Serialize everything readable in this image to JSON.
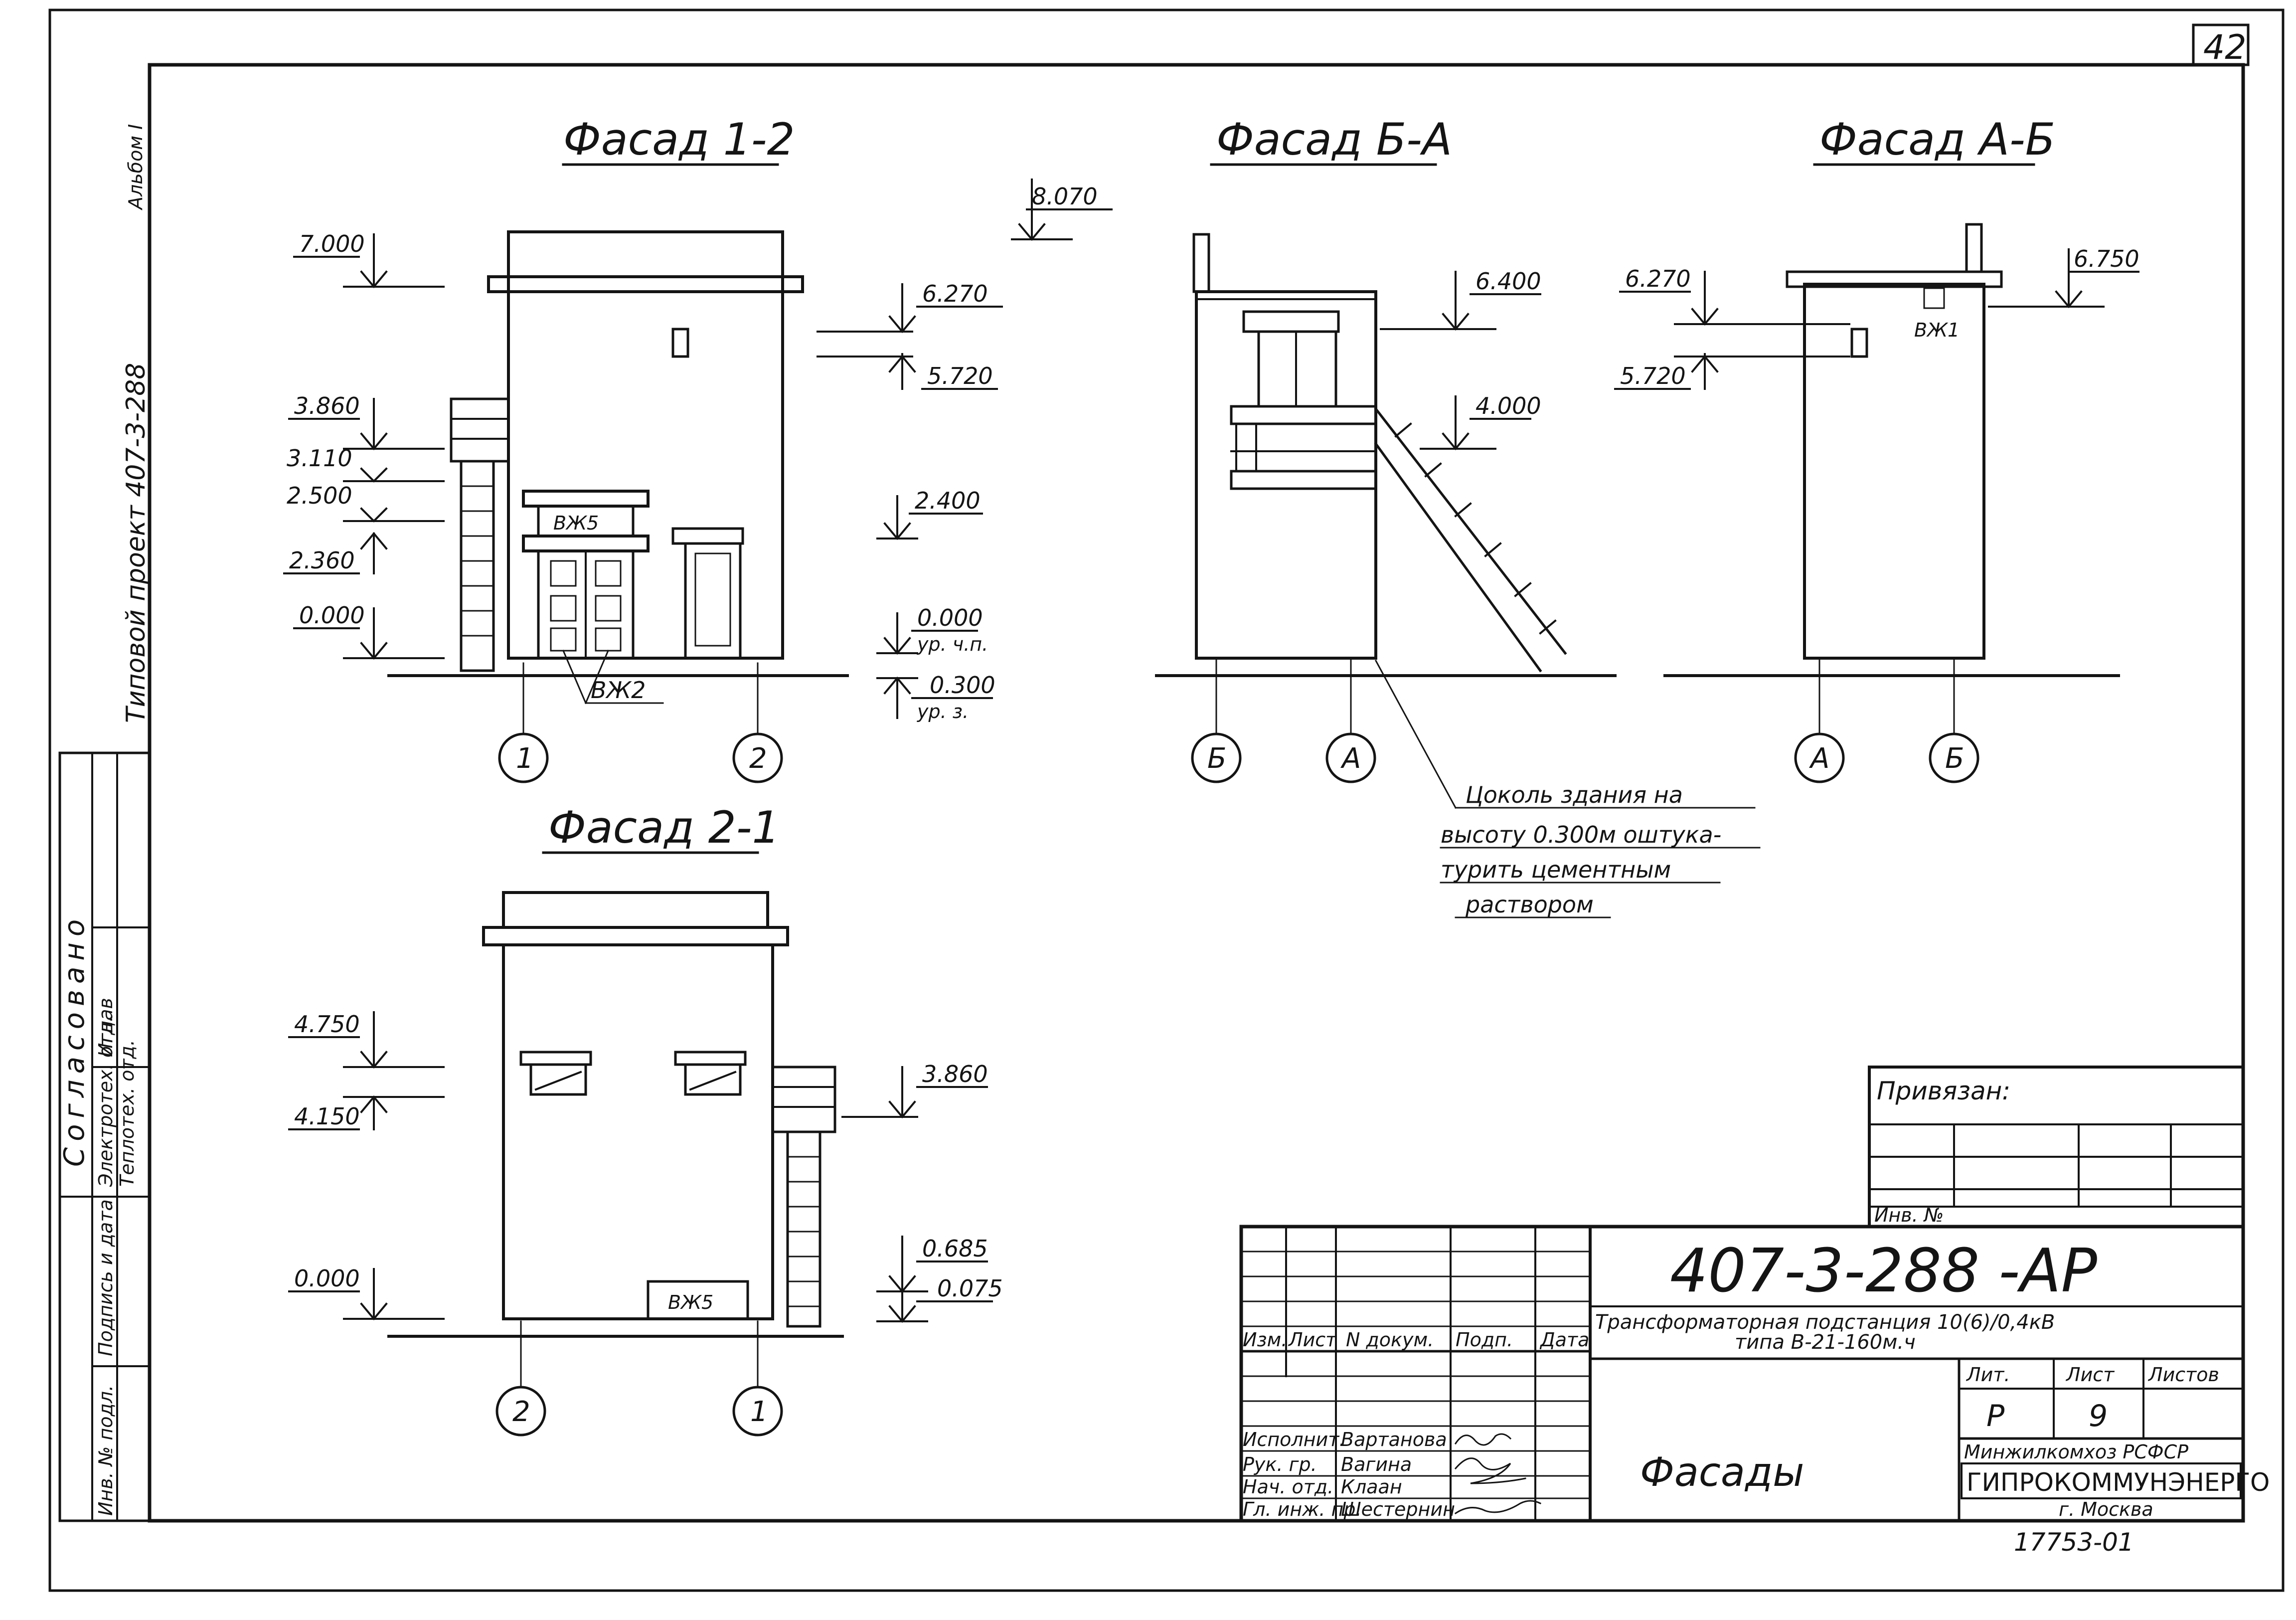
{
  "sheet": {
    "number": "42",
    "album": "Альбом I",
    "project_label": "Типовой проект 407-3-288",
    "agreed": "Согласовано",
    "agreed_dept_1": "Электротех. отд.",
    "agreed_dept_1_name": "Игнав",
    "agreed_dept_2": "Теплотех. отд.",
    "side_inv_orig": "Инв. № подл.",
    "side_sign_date": "Подпись и дата"
  },
  "views": {
    "facade_1_2": {
      "title": "Фасад 1-2",
      "levels": [
        "7.000",
        "3.860",
        "3.110",
        "2.500",
        "2.360",
        "0.000"
      ],
      "right_levels": [
        "6.270",
        "5.720",
        "2.400",
        "0.000",
        "ур. ч.п.",
        "0.300",
        "ур. з."
      ],
      "labels": [
        "ВЖ5",
        "ВЖ2"
      ],
      "axes": [
        "1",
        "2"
      ]
    },
    "top_level": "8.070",
    "facade_b_a": {
      "title": "Фасад Б-А",
      "levels": [
        "6.400",
        "4.000"
      ],
      "axes": [
        "Б",
        "А"
      ]
    },
    "facade_a_b": {
      "title": "Фасад А-Б",
      "levels": [
        "6.750",
        "6.270",
        "5.720"
      ],
      "labels": [
        "ВЖ1"
      ],
      "axes": [
        "А",
        "Б"
      ]
    },
    "note": [
      "Цоколь здания на",
      "высоту 0.300м оштука-",
      "турить цементным",
      "раствором"
    ],
    "facade_2_1": {
      "title": "Фасад 2-1",
      "levels": [
        "4.750",
        "4.150",
        "0.000"
      ],
      "right_levels": [
        "3.860",
        "0.685",
        "0.075"
      ],
      "labels": [
        "ВЖ5"
      ],
      "axes": [
        "2",
        "1"
      ]
    }
  },
  "stamp": {
    "attached": "Привязан:",
    "inv_no": "Инв. №",
    "code": "407-3-288 -АР",
    "description_line1": "Трансформаторная подстанция 10(6)/0,4кВ",
    "description_line2": "типа В-21-160м.ч",
    "col_headers": [
      "Изм.",
      "Лист",
      "N докум.",
      "Подп.",
      "Дата"
    ],
    "roles": [
      "Исполнит.",
      "Рук. гр.",
      "Нач. отд.",
      "Гл. инж. пр."
    ],
    "names": [
      "Вартанова",
      "Вагина",
      "Клаан",
      "Шестернин"
    ],
    "sheet_title": "Фасады",
    "lit_label": "Лит.",
    "sheet_label": "Лист",
    "sheets_label": "Листов",
    "lit_value": "Р",
    "sheet_value": "9",
    "org_top": "Минжилкомхоз РСФСР",
    "org": "ГИПРОКОММУНЭНЕРГО",
    "city": "г. Москва",
    "bottom_code": "17753-01"
  }
}
